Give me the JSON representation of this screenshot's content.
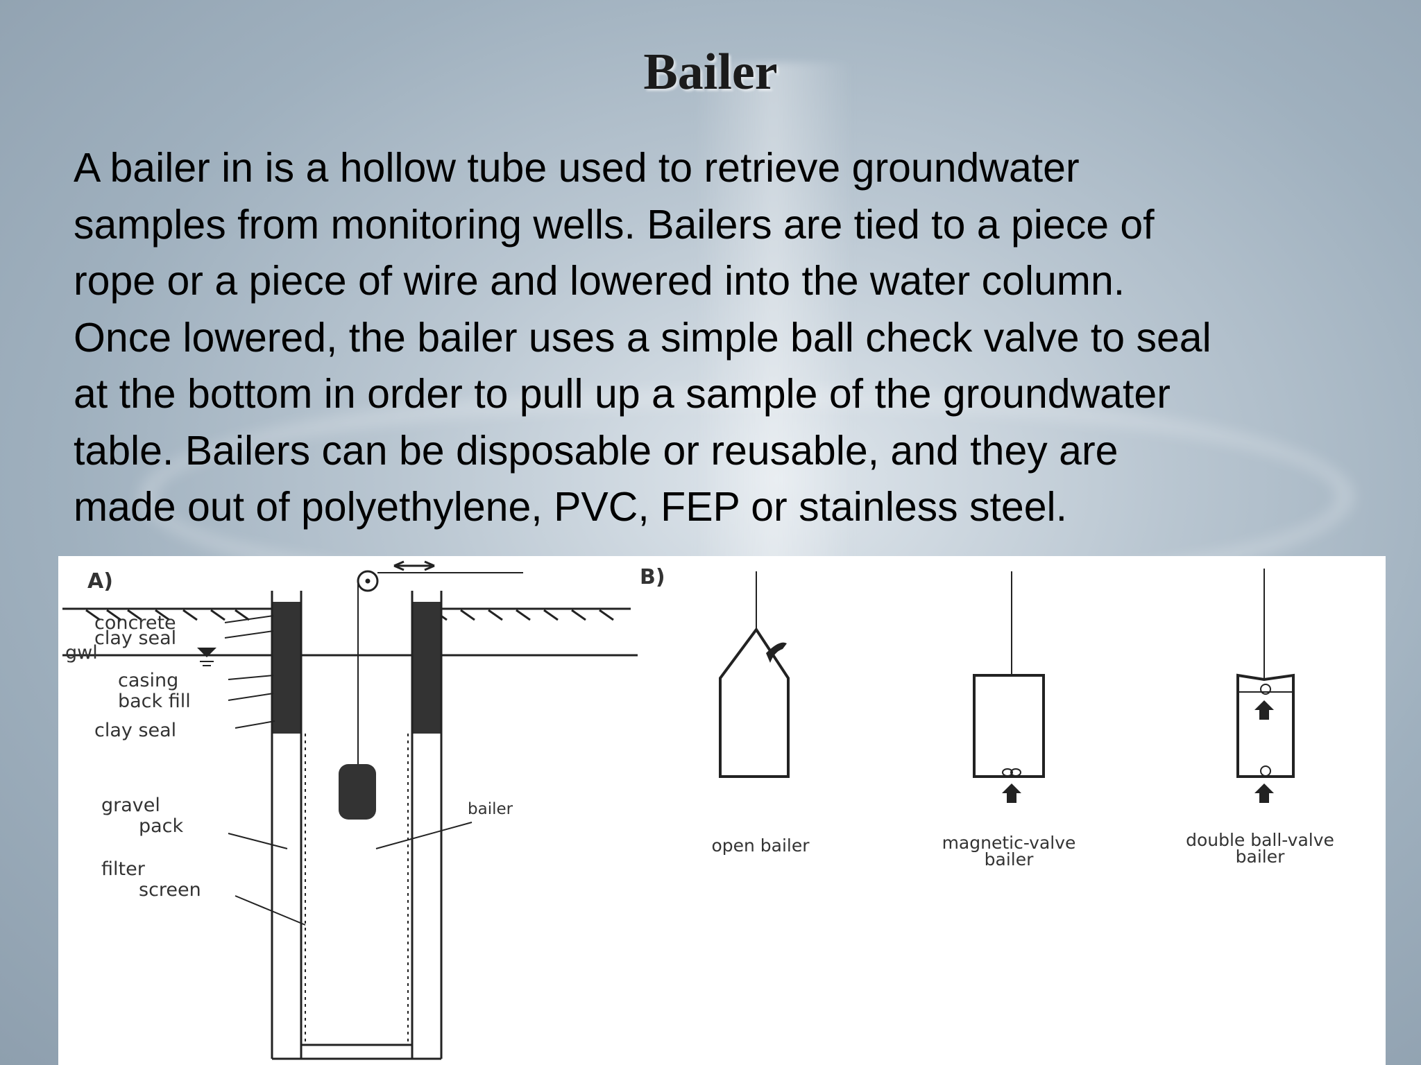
{
  "slide": {
    "title": "Bailer",
    "paragraph_lines": [
      "A bailer in is a hollow tube used to retrieve groundwater",
      "samples from monitoring wells. Bailers are tied to a piece of",
      "rope or a piece of wire  and lowered into the water column.",
      "Once lowered, the bailer uses a simple ball check valve to seal",
      "at the bottom in order to pull up a sample of the groundwater",
      "table. Bailers can be disposable or reusable, and they are",
      "made out of polyethylene, PVC, FEP or stainless steel."
    ]
  },
  "figure": {
    "panel_a": {
      "label": "A)",
      "labels": {
        "concrete": "concrete",
        "clay_seal_top": "clay seal",
        "gwl": "gwl",
        "casing": "casing",
        "back_fill": "back fill",
        "clay_seal": "clay seal",
        "gravel": "gravel",
        "pack": "pack",
        "filter": "filter",
        "screen": "screen",
        "bailer": "bailer"
      }
    },
    "panel_b": {
      "label": "B)",
      "open_bailer": "open bailer",
      "magnetic_valve_1": "magnetic-valve",
      "magnetic_valve_2": "bailer",
      "double_ball_1": "double ball-valve",
      "double_ball_2": "bailer"
    }
  }
}
